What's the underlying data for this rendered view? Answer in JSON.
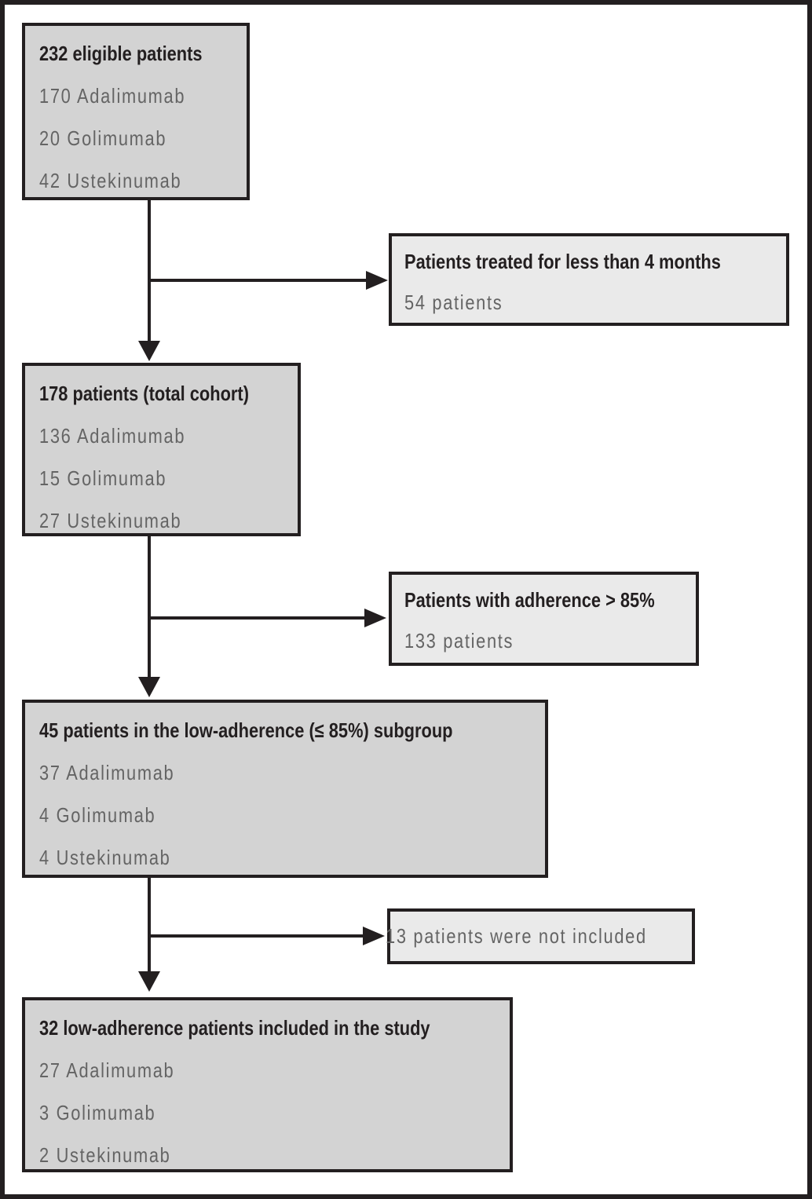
{
  "diagram": {
    "type": "patient-flow-chart",
    "colors": {
      "main_box_bg": "#d3d3d3",
      "side_box_bg": "#eaeaea",
      "box_border": "#231f20",
      "arrow": "#231f20",
      "frame": "#231f20",
      "page_bg": "#ffffff",
      "title_text": "#231f20",
      "secondary_text": "#646464"
    },
    "boxes": {
      "eligible": {
        "title": "232 eligible patients",
        "lines": [
          "170 Adalimumab",
          "20 Golimumab",
          "42 Ustekinumab"
        ]
      },
      "treated_less_than_4_months": {
        "title": "Patients treated for less than 4 months",
        "lines": [
          "54 patients"
        ]
      },
      "total_cohort": {
        "title": "178 patients (total cohort)",
        "lines": [
          "136 Adalimumab",
          "15 Golimumab",
          "27 Ustekinumab"
        ]
      },
      "adherence_above_85": {
        "title": "Patients with adherence > 85%",
        "lines": [
          "133 patients"
        ]
      },
      "low_adherence_subgroup": {
        "title": "45 patients in the low-adherence (≤ 85%) subgroup",
        "lines": [
          "37 Adalimumab",
          "4 Golimumab",
          "4 Ustekinumab"
        ]
      },
      "not_included": {
        "lines": [
          "13 patients were not included"
        ]
      },
      "included_in_study": {
        "title": "32 low-adherence patients included in the study",
        "lines": [
          "27 Adalimumab",
          "3 Golimumab",
          "2 Ustekinumab"
        ]
      }
    }
  }
}
